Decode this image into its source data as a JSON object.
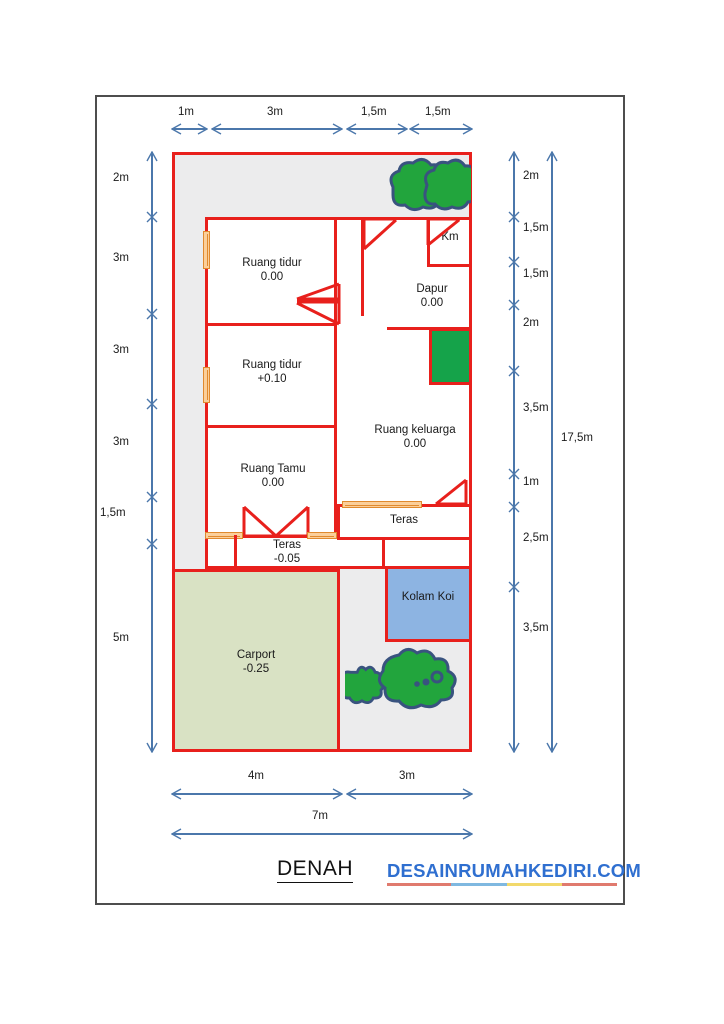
{
  "drawing": {
    "title": "DENAH",
    "watermark": "DESAINRUMAHKEDIRI.COM",
    "watermark_color": "#2f6fd0",
    "accent_wall_color": "#e8201c",
    "dimension_color": "#4b77ab"
  },
  "rooms": [
    {
      "id": "ruang-tidur-1",
      "name": "Ruang tidur",
      "level": "0.00"
    },
    {
      "id": "ruang-tidur-2",
      "name": "Ruang tidur",
      "level": "+0.10"
    },
    {
      "id": "ruang-tamu",
      "name": "Ruang Tamu",
      "level": "0.00"
    },
    {
      "id": "km",
      "name": "Km",
      "level": ""
    },
    {
      "id": "dapur",
      "name": "Dapur",
      "level": "0.00"
    },
    {
      "id": "ruang-keluarga",
      "name": "Ruang keluarga",
      "level": "0.00"
    },
    {
      "id": "teras-depan",
      "name": "Teras",
      "level": "-0.05"
    },
    {
      "id": "teras-samping",
      "name": "Teras",
      "level": ""
    },
    {
      "id": "kolam-koi",
      "name": "Kolam Koi",
      "level": ""
    },
    {
      "id": "carport",
      "name": "Carport",
      "level": "-0.25"
    }
  ],
  "dimensions": {
    "top": [
      "1m",
      "3m",
      "1,5m",
      "1,5m"
    ],
    "left": [
      "2m",
      "3m",
      "3m",
      "3m",
      "1,5m",
      "5m"
    ],
    "right": [
      "2m",
      "1,5m",
      "1,5m",
      "2m",
      "3,5m",
      "1m",
      "2,5m",
      "3,5m"
    ],
    "overall_right": "17,5m",
    "bottom": [
      "4m",
      "3m"
    ],
    "overall_bottom": "7m"
  },
  "colors": {
    "carport_fill": "#d9e2c4",
    "pond_fill": "#8db4e2",
    "garden_fill": "#15a34a",
    "yard_fill": "#ececed",
    "window_fill": "#fbcf9a",
    "tree_fill": "#22a53d",
    "tree_outline": "#39537f"
  }
}
